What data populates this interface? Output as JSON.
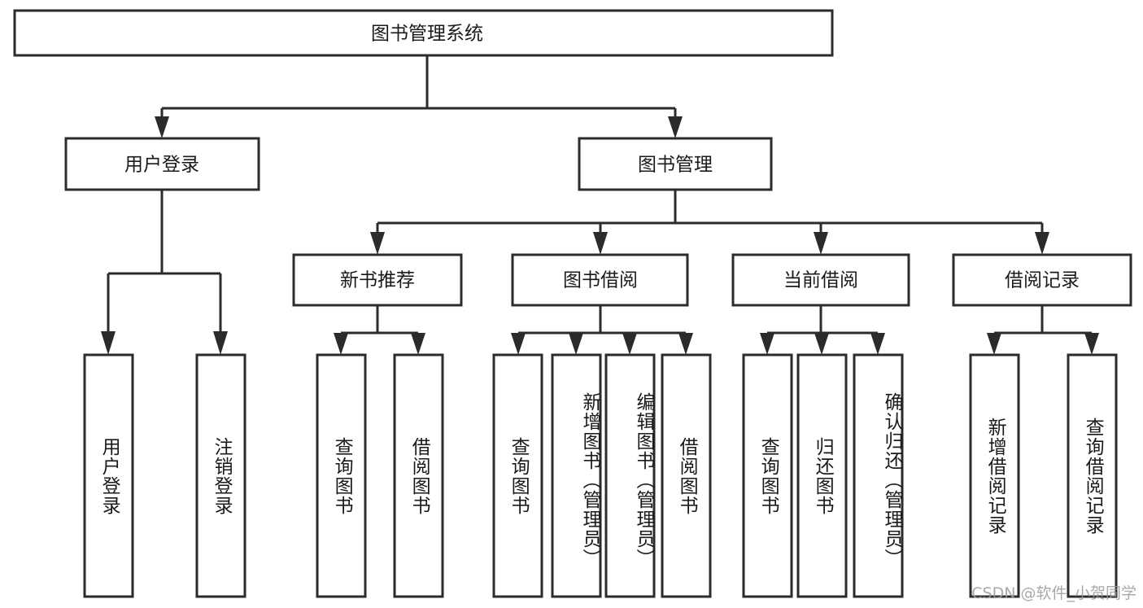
{
  "diagram": {
    "title": "图书管理系统",
    "watermark": "CSDN @软件_小贺同学",
    "colors": {
      "stroke": "#2b2b2b",
      "fill": "#ffffff",
      "text": "#1a1a1a",
      "watermark": "#9a9a9a",
      "background": "#ffffff"
    },
    "levels": {
      "level1": "系统根节点",
      "level2": "主模块",
      "level3": "子模块",
      "level4": "功能叶子节点"
    },
    "nodes": {
      "root": {
        "label": "图书管理系统",
        "orientation": "horizontal"
      },
      "user_login": {
        "label": "用户登录",
        "orientation": "horizontal"
      },
      "book_manage": {
        "label": "图书管理",
        "orientation": "horizontal"
      },
      "new_book_rec": {
        "label": "新书推荐",
        "orientation": "horizontal"
      },
      "book_borrow": {
        "label": "图书借阅",
        "orientation": "horizontal"
      },
      "current_borrow": {
        "label": "当前借阅",
        "orientation": "horizontal"
      },
      "borrow_record": {
        "label": "借阅记录",
        "orientation": "horizontal"
      },
      "leaf_user_login": {
        "label": "用户登录",
        "orientation": "vertical"
      },
      "leaf_logout": {
        "label": "注销登录",
        "orientation": "vertical"
      },
      "leaf_query_book_1": {
        "label": "查询图书",
        "orientation": "vertical"
      },
      "leaf_borrow_book_1": {
        "label": "借阅图书",
        "orientation": "vertical"
      },
      "leaf_query_book_2": {
        "label": "查询图书",
        "orientation": "vertical"
      },
      "leaf_add_book": {
        "label": "新增图书（管理员）",
        "orientation": "vertical"
      },
      "leaf_edit_book": {
        "label": "编辑图书（管理员）",
        "orientation": "vertical"
      },
      "leaf_borrow_book_2": {
        "label": "借阅图书",
        "orientation": "vertical"
      },
      "leaf_query_book_3": {
        "label": "查询图书",
        "orientation": "vertical"
      },
      "leaf_return_book": {
        "label": "归还图书",
        "orientation": "vertical"
      },
      "leaf_confirm_return": {
        "label": "确认归还（管理员）",
        "orientation": "vertical"
      },
      "leaf_add_record": {
        "label": "新增借阅记录",
        "orientation": "vertical"
      },
      "leaf_query_record": {
        "label": "查询借阅记录",
        "orientation": "vertical"
      }
    },
    "tree": [
      {
        "label": "图书管理系统",
        "children": [
          {
            "label": "用户登录",
            "children": [
              {
                "label": "用户登录"
              },
              {
                "label": "注销登录"
              }
            ]
          },
          {
            "label": "图书管理",
            "children": [
              {
                "label": "新书推荐",
                "children": [
                  {
                    "label": "查询图书"
                  },
                  {
                    "label": "借阅图书"
                  }
                ]
              },
              {
                "label": "图书借阅",
                "children": [
                  {
                    "label": "查询图书"
                  },
                  {
                    "label": "新增图书（管理员）"
                  },
                  {
                    "label": "编辑图书（管理员）"
                  },
                  {
                    "label": "借阅图书"
                  }
                ]
              },
              {
                "label": "当前借阅",
                "children": [
                  {
                    "label": "查询图书"
                  },
                  {
                    "label": "归还图书"
                  },
                  {
                    "label": "确认归还（管理员）"
                  }
                ]
              },
              {
                "label": "借阅记录",
                "children": [
                  {
                    "label": "新增借阅记录"
                  },
                  {
                    "label": "查询借阅记录"
                  }
                ]
              }
            ]
          }
        ]
      }
    ]
  }
}
